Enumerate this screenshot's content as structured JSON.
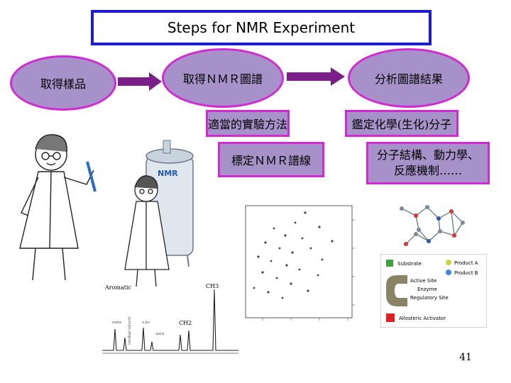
{
  "title": "Steps for NMR Experiment",
  "steps": {
    "obtain_sample": "取得樣品",
    "obtain_spectrum": "取得ＮＭＲ圖譜",
    "analyze_results": "分析圖譜結果"
  },
  "middle": {
    "method": "適當的實驗方法",
    "assign": "標定ＮＭＲ譜線"
  },
  "right": {
    "identify": "鑑定化學(生化)分子",
    "details_line1": "分子結構、動力學、",
    "details_line2": "反應機制……"
  },
  "illustrations": {
    "magnet_label": "NMR",
    "spectrum_labels": {
      "aromatic": "Aromatic",
      "ch3": "CH3",
      "ch2": "CH2",
      "meta": "meta",
      "ortho": "o,bo",
      "para": "para",
      "residual": "residual solvent"
    },
    "enzyme_legend": {
      "substrate": "Substrate",
      "product_a": "Product A",
      "product_b": "Product B",
      "active_site": "Active Site",
      "enzyme": "Enzyme",
      "regulatory_site": "Regulatory Site",
      "allosteric_activator": "Allosteric Activator"
    },
    "colors": {
      "purple_fill": "#a692c8",
      "magenta_border": "#d22ad2",
      "title_border": "#1d1dd0",
      "arrow": "#7a1f88"
    }
  },
  "page_number": "41"
}
